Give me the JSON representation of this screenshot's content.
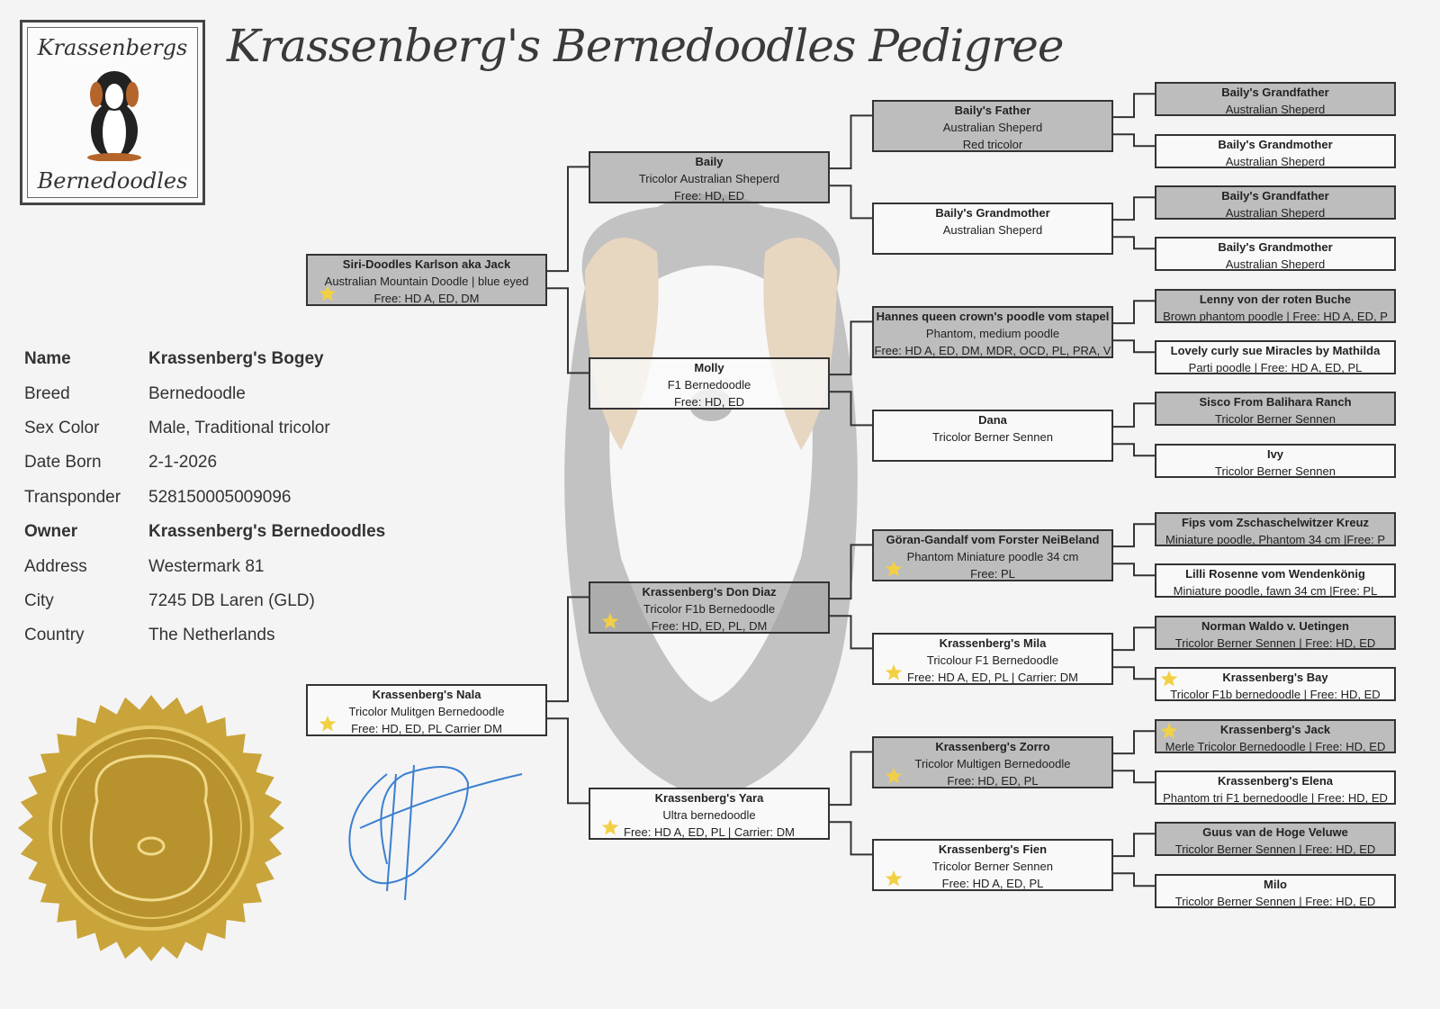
{
  "logo": {
    "line1": "Krassenbergs",
    "line2": "Bernedoodles"
  },
  "title": "Krassenberg's Bernedoodles Pedigree",
  "info": [
    {
      "label": "Name",
      "value": "Krassenberg's Bogey",
      "bold": true
    },
    {
      "label": "Breed",
      "value": "Bernedoodle"
    },
    {
      "label": "Sex Color",
      "value": "Male, Traditional tricolor"
    },
    {
      "label": "Date Born",
      "value": "2-1-2026"
    },
    {
      "label": "Transponder",
      "value": "528150005009096"
    },
    {
      "label": "Owner",
      "value": "Krassenberg's Bernedoodles",
      "bold": true
    },
    {
      "label": "Address",
      "value": "Westermark 81"
    },
    {
      "label": "City",
      "value": "7245 DB Laren (GLD)"
    },
    {
      "label": "Country",
      "value": "The Netherlands"
    }
  ],
  "colors": {
    "shaded": "#a0a0a0",
    "star": "#f2d046",
    "seal": "#c9a43a",
    "signature": "#3b7fd0"
  },
  "pedigree": {
    "gen1": [
      {
        "lines": [
          "Siri-Doodles Karlson aka Jack",
          "Australian Mountain Doodle | blue eyed",
          "Free: HD A, ED, DM"
        ],
        "shaded": true,
        "star": true
      },
      {
        "lines": [
          "Krassenberg's Nala",
          "Tricolor Mulitgen Bernedoodle",
          "Free: HD, ED, PL Carrier DM"
        ],
        "shaded": false,
        "star": true
      }
    ],
    "gen2": [
      {
        "lines": [
          "Baily",
          "Tricolor Australian Sheperd",
          "Free: HD, ED"
        ],
        "shaded": true,
        "star": false
      },
      {
        "lines": [
          "Molly",
          "F1 Bernedoodle",
          "Free: HD, ED"
        ],
        "shaded": false,
        "star": false
      },
      {
        "lines": [
          "Krassenberg's Don Diaz",
          "Tricolor F1b Bernedoodle",
          "Free: HD, ED, PL, DM"
        ],
        "shaded": true,
        "star": true
      },
      {
        "lines": [
          "Krassenberg's Yara",
          "Ultra bernedoodle",
          "Free: HD A, ED, PL | Carrier: DM"
        ],
        "shaded": false,
        "star": true
      }
    ],
    "gen3": [
      {
        "lines": [
          "Baily's Father",
          "Australian Sheperd",
          "Red tricolor"
        ],
        "shaded": true,
        "star": false
      },
      {
        "lines": [
          "Baily's Grandmother",
          "Australian Sheperd"
        ],
        "shaded": false,
        "star": false
      },
      {
        "lines": [
          "Hannes queen crown's poodle vom stapel",
          "Phantom, medium poodle",
          "Free: HD A, ED, DM, MDR, OCD, PL, PRA, V"
        ],
        "shaded": true,
        "star": false
      },
      {
        "lines": [
          "Dana",
          "Tricolor Berner Sennen"
        ],
        "shaded": false,
        "star": false
      },
      {
        "lines": [
          "Göran-Gandalf vom Forster NeiBeland",
          "Phantom Miniature poodle 34 cm",
          "Free: PL"
        ],
        "shaded": true,
        "star": true
      },
      {
        "lines": [
          "Krassenberg's Mila",
          "Tricolour F1 Bernedoodle",
          "Free: HD A, ED, PL | Carrier: DM"
        ],
        "shaded": false,
        "star": true
      },
      {
        "lines": [
          "Krassenberg's Zorro",
          "Tricolor Multigen Bernedoodle",
          "Free: HD, ED, PL"
        ],
        "shaded": true,
        "star": true
      },
      {
        "lines": [
          "Krassenberg's Fien",
          "Tricolor Berner Sennen",
          "Free: HD A, ED, PL"
        ],
        "shaded": false,
        "star": true
      }
    ],
    "gen4": [
      {
        "lines": [
          "Baily's Grandfather",
          "Australian Sheperd"
        ],
        "shaded": true,
        "star": false
      },
      {
        "lines": [
          "Baily's Grandmother",
          "Australian Sheperd"
        ],
        "shaded": false,
        "star": false
      },
      {
        "lines": [
          "Baily's Grandfather",
          "Australian Sheperd"
        ],
        "shaded": true,
        "star": false
      },
      {
        "lines": [
          "Baily's Grandmother",
          "Australian Sheperd"
        ],
        "shaded": false,
        "star": false
      },
      {
        "lines": [
          "Lenny von der roten Buche",
          "Brown phantom poodle | Free: HD A, ED, P"
        ],
        "shaded": true,
        "star": false
      },
      {
        "lines": [
          "Lovely curly sue Miracles by Mathilda",
          "Parti poodle | Free: HD A, ED, PL"
        ],
        "shaded": false,
        "star": false
      },
      {
        "lines": [
          "Sisco From Balihara Ranch",
          "Tricolor Berner Sennen"
        ],
        "shaded": true,
        "star": false
      },
      {
        "lines": [
          "Ivy",
          "Tricolor Berner Sennen"
        ],
        "shaded": false,
        "star": false
      },
      {
        "lines": [
          "Fips vom Zschaschelwitzer Kreuz",
          "Miniature poodle, Phantom 34 cm |Free: P"
        ],
        "shaded": true,
        "star": false
      },
      {
        "lines": [
          "Lilli Rosenne vom Wendenkönig",
          "Miniature poodle, fawn 34 cm |Free: PL"
        ],
        "shaded": false,
        "star": false
      },
      {
        "lines": [
          "Norman Waldo v. Uetingen",
          "Tricolor Berner Sennen | Free: HD, ED"
        ],
        "shaded": true,
        "star": false
      },
      {
        "lines": [
          "Krassenberg's Bay",
          "Tricolor F1b bernedoodle | Free: HD, ED"
        ],
        "shaded": false,
        "star": true
      },
      {
        "lines": [
          "Krassenberg's Jack",
          "Merle Tricolor Bernedoodle | Free: HD, ED"
        ],
        "shaded": true,
        "star": true
      },
      {
        "lines": [
          "Krassenberg's Elena",
          "Phantom tri F1 bernedoodle | Free: HD, ED"
        ],
        "shaded": false,
        "star": false
      },
      {
        "lines": [
          "Guus van de Hoge Veluwe",
          "Tricolor Berner Sennen | Free: HD, ED"
        ],
        "shaded": true,
        "star": false
      },
      {
        "lines": [
          "Milo",
          "Tricolor Berner Sennen | Free: HD, ED"
        ],
        "shaded": false,
        "star": false
      }
    ]
  }
}
